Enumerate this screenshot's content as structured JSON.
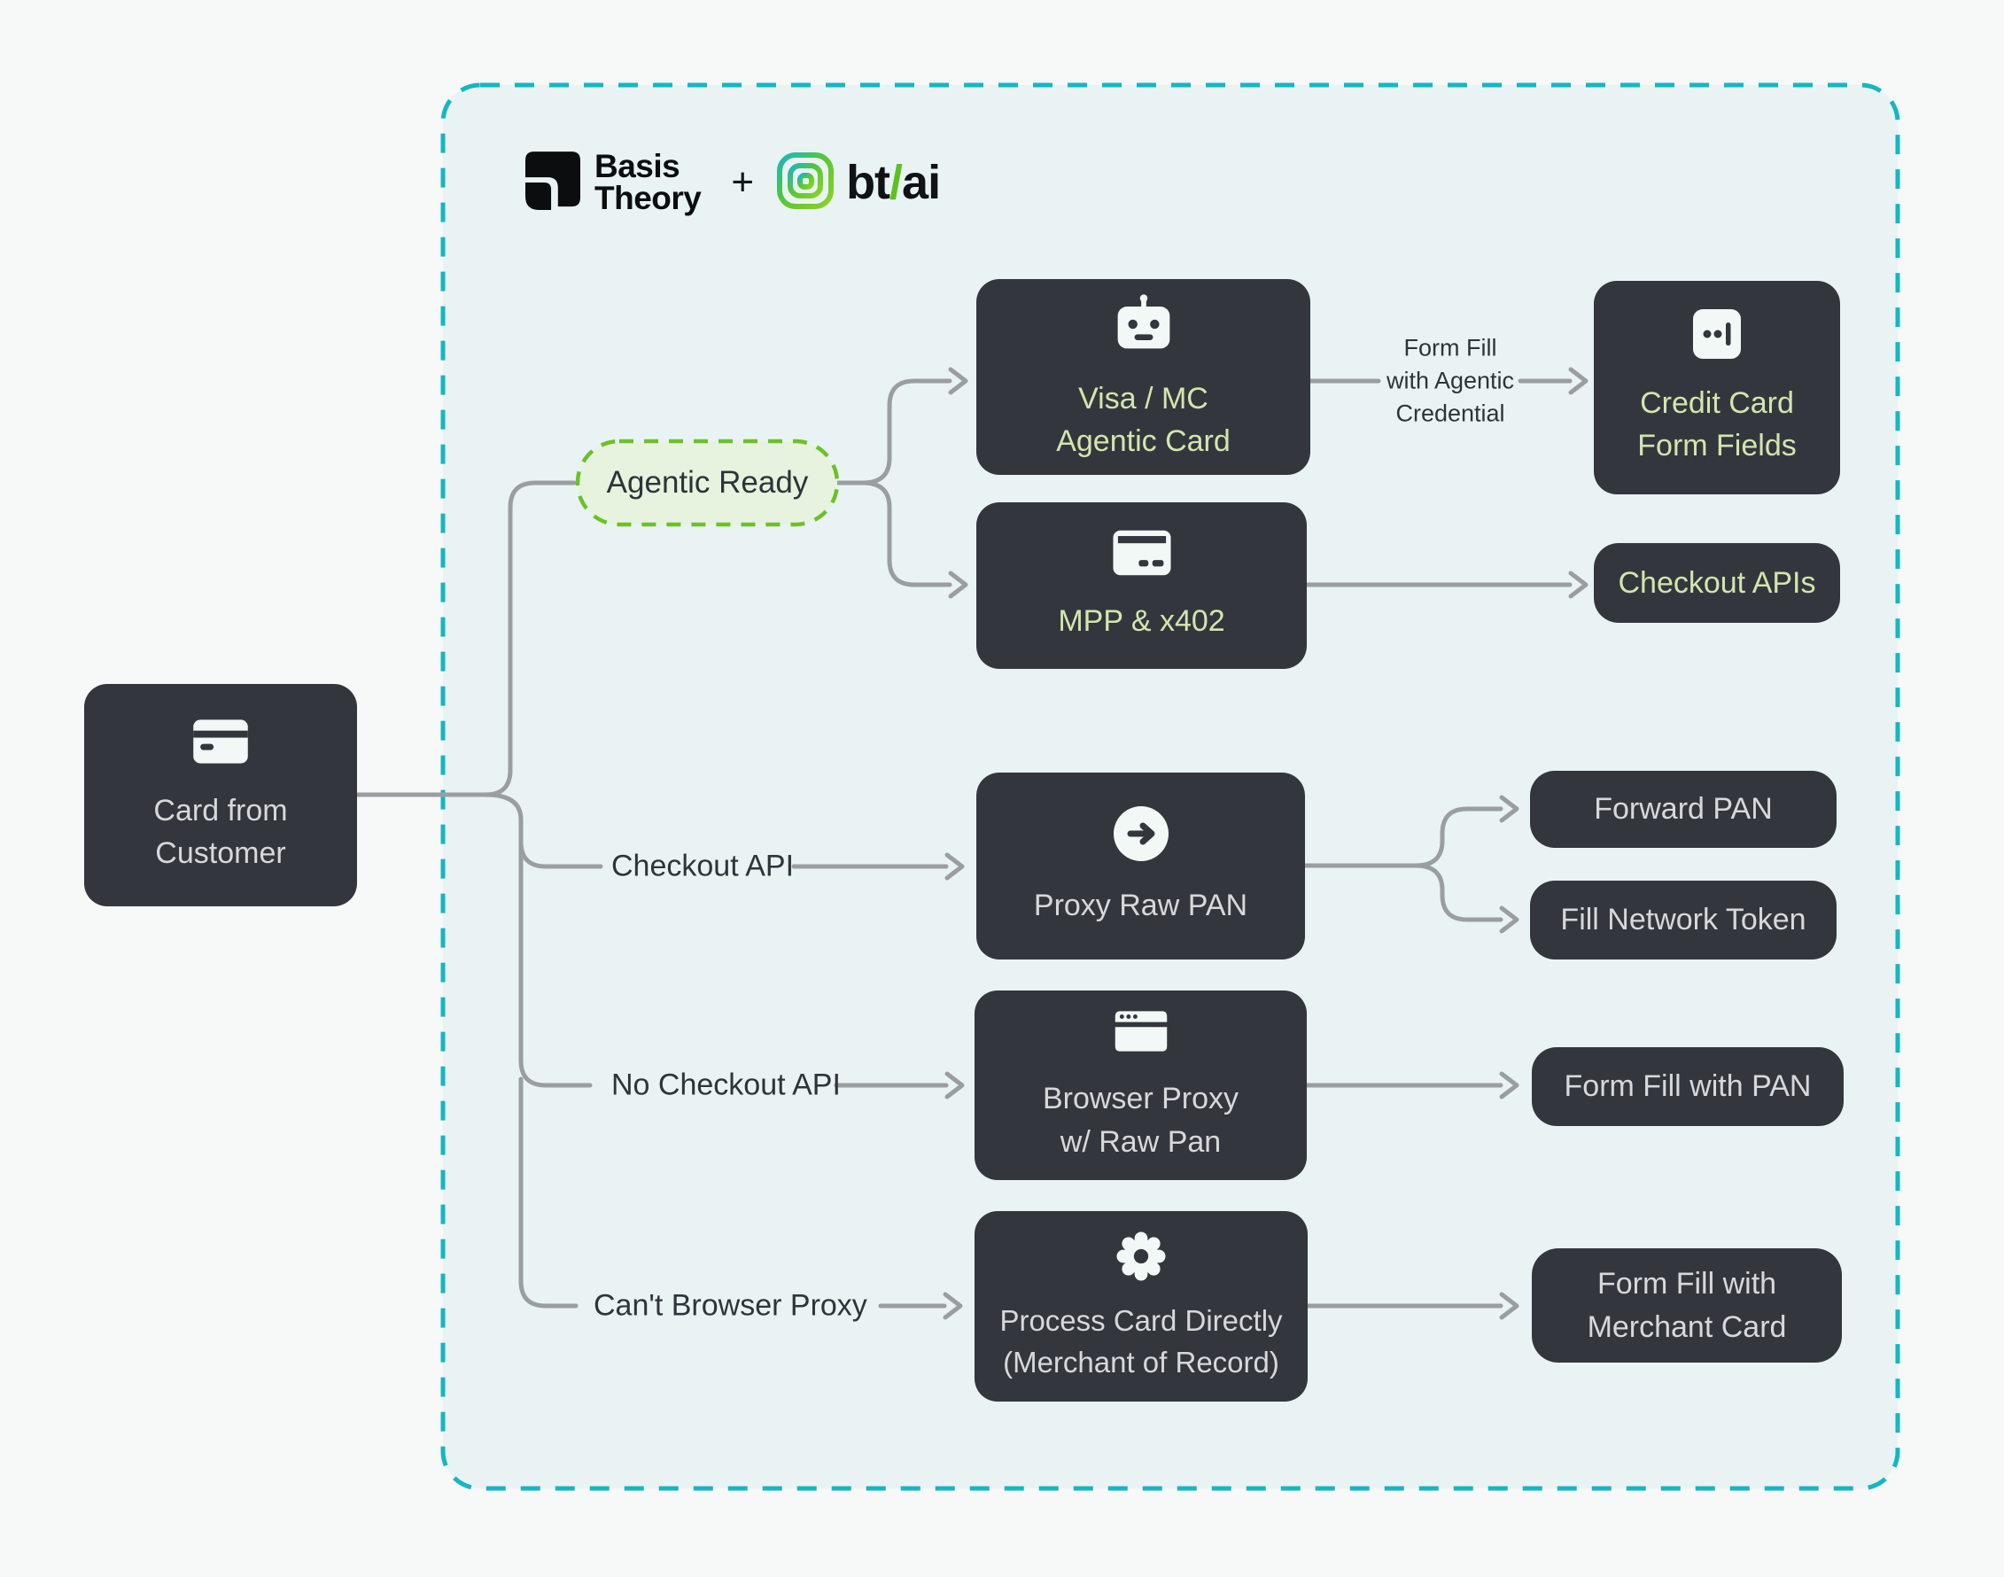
{
  "palette": {
    "page_bg": "#f7f8f8",
    "container_bg": "#e9f3f4",
    "container_border": "#14b7c3",
    "node_bg": "#33373d",
    "node_text_green": "#d3e5ad",
    "node_text_light": "#d6d8da",
    "agentic_pill_bg": "#e7f3df",
    "agentic_pill_border": "#6cc127",
    "connector": "#9b9ea1",
    "edge_label_text": "#2e343a",
    "brand_slash_green": "#5cc21e"
  },
  "logo": {
    "brand": "Basis\nTheory",
    "brand_icon": "basis-theory-logo-icon",
    "plus": "+",
    "btai_icon": "btai-squircle-icon",
    "btai_bt": "bt",
    "btai_slash": "/",
    "btai_ai": "ai"
  },
  "nodes": {
    "card_customer": {
      "label": "Card from\nCustomer",
      "icon": "credit-card-filled-icon"
    },
    "agentic_ready": {
      "label": "Agentic Ready"
    },
    "visa_mc": {
      "label": "Visa / MC\nAgentic Card",
      "icon": "robot-icon"
    },
    "mpp": {
      "label": "MPP & x402",
      "icon": "credit-card-icon"
    },
    "credit_fields": {
      "label": "Credit Card\nForm Fields",
      "icon": "form-field-cursor-icon"
    },
    "checkout_apis": {
      "label": "Checkout APIs"
    },
    "proxy_pan": {
      "label": "Proxy Raw PAN",
      "icon": "arrow-right-circle-icon"
    },
    "forward_pan": {
      "label": "Forward PAN"
    },
    "fill_token": {
      "label": "Fill Network Token"
    },
    "browser_proxy": {
      "label": "Browser Proxy\nw/ Raw Pan",
      "icon": "browser-window-icon"
    },
    "formfill_pan": {
      "label": "Form Fill with PAN"
    },
    "process_card": {
      "label": "Process Card Directly\n(Merchant of Record)",
      "icon": "gear-icon"
    },
    "formfill_merch": {
      "label": "Form Fill with\nMerchant Card"
    }
  },
  "edge_labels": {
    "checkout_api": "Checkout API",
    "no_checkout_api": "No Checkout API",
    "cant_browser_proxy": "Can't Browser Proxy",
    "form_fill_agentic": "Form Fill\nwith Agentic\nCredential"
  }
}
